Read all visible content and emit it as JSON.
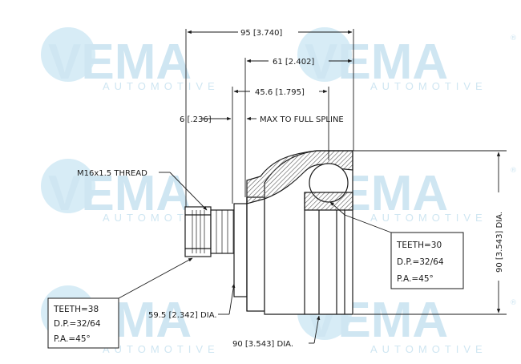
{
  "watermark": {
    "brand": "VEMA",
    "subtitle": "AUTOMOTIVE",
    "registered": "®",
    "color": "#cfe6f2"
  },
  "dimensions": {
    "overall_length": "95 [3.740]",
    "bell_length": "61 [2.402]",
    "max_spline": "45.6 [1.795]",
    "step_width": "6 [.236]",
    "max_to_full_spline": "MAX TO FULL SPLINE",
    "thread": "M16x1.5 THREAD",
    "outer_dia_vertical": "90 [3.543] DIA.",
    "shaft_dia": "59.5 [2.342] DIA.",
    "outer_dia_bottom": "90 [3.543] DIA."
  },
  "outer_spline_box": {
    "teeth": "TEETH=30",
    "dp": "D.P.=32/64",
    "pa": "P.A.=45°"
  },
  "inner_spline_box": {
    "teeth": "TEETH=38",
    "dp": "D.P.=32/64",
    "pa": "P.A.=45°"
  },
  "colors": {
    "line": "#1a1a1a",
    "hatch": "#555555",
    "watermark": "#cfe6f2"
  }
}
